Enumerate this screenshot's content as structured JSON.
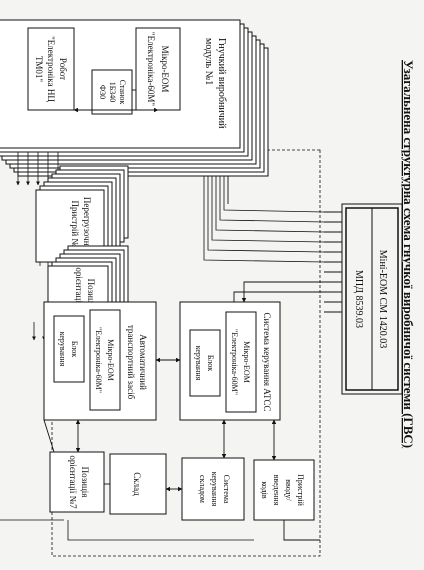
{
  "title": "Узагальнена структурна схема гнучкої виробничої системи (ГВС)",
  "blocks": {
    "gvm": {
      "line1": "Гнучкий виробничий",
      "line2": "модуль №1"
    },
    "robot": {
      "line1": "Робот",
      "line2": "\"Електроніка НЦ",
      "line3": "ТМ01\""
    },
    "micro_gvm": {
      "line1": "Мікро-ЕОМ",
      "line2": "\"Електроніка-60М\""
    },
    "machine": {
      "line1": "Станок",
      "line2": "1Б340",
      "line3": "Ф30"
    },
    "unloader": {
      "line1": "Перегрузочний",
      "line2": "Пристрій №1"
    },
    "orient1": {
      "line1": "Позиція",
      "line2": "орієнтації №1"
    },
    "ats": {
      "line1": "Автоматичний",
      "line2": "транспортний засіб"
    },
    "micro_ats": {
      "line1": "Мікро-ЕОМ",
      "line2": "\"Електроніка-60М\""
    },
    "control_ats": {
      "line1": "Блок",
      "line2": "керування"
    },
    "atss": {
      "line1": "Система керування АТСС"
    },
    "micro_atss": {
      "line1": "Мікро-ЕОМ",
      "line2": "\"Електроніка-60М\""
    },
    "control_atss": {
      "line1": "Блок",
      "line2": "керування"
    },
    "orient7": {
      "line1": "Позиція",
      "line2": "орієнтації №7"
    },
    "warehouse": {
      "line1": "Склад"
    },
    "wh_control": {
      "line1": "Система",
      "line2": "керування",
      "line3": "складом"
    },
    "code_input": {
      "line1": "Пристрій",
      "line2": "вводу/",
      "line3": "введення",
      "line4": "кодів"
    },
    "mini_computer": {
      "line1": "Міні-ЕОМ СМ 1420.03"
    },
    "mpd": {
      "line1": "МПД 8539.03"
    }
  }
}
